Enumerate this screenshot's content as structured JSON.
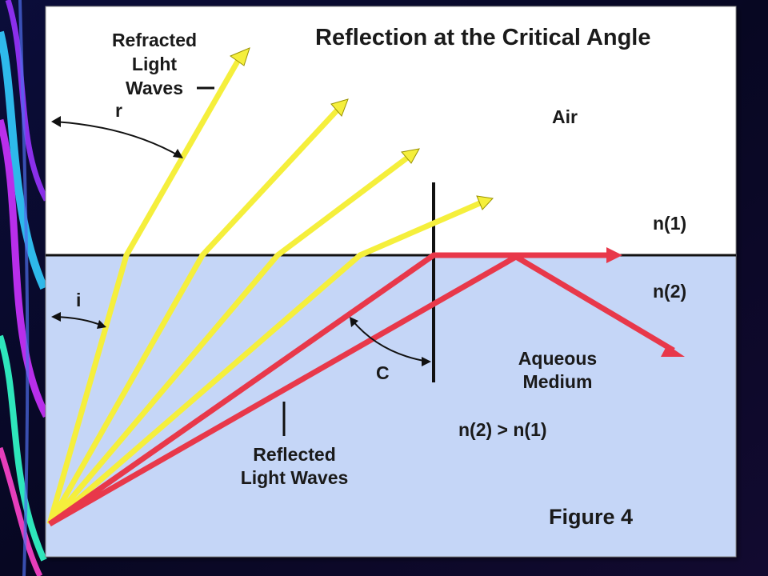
{
  "slide": {
    "title": "Reflection at the Critical Angle",
    "figure_caption": "Figure 4"
  },
  "labels": {
    "refracted_line1": "Refracted",
    "refracted_line2": "Light",
    "refracted_line3": "Waves",
    "angle_r": "r",
    "angle_i": "i",
    "angle_c": "C",
    "air": "Air",
    "n1": "n(1)",
    "n2": "n(2)",
    "aqueous_line1": "Aqueous",
    "aqueous_line2": "Medium",
    "inequality": "n(2) > n(1)",
    "reflected_line1": "Reflected",
    "reflected_line2": "Light Waves"
  },
  "colors": {
    "air": "#ffffff",
    "medium": "#c5d6f7",
    "refracted_ray": "#f5ef3c",
    "reflected_ray": "#e8384a",
    "interface": "#111111"
  }
}
